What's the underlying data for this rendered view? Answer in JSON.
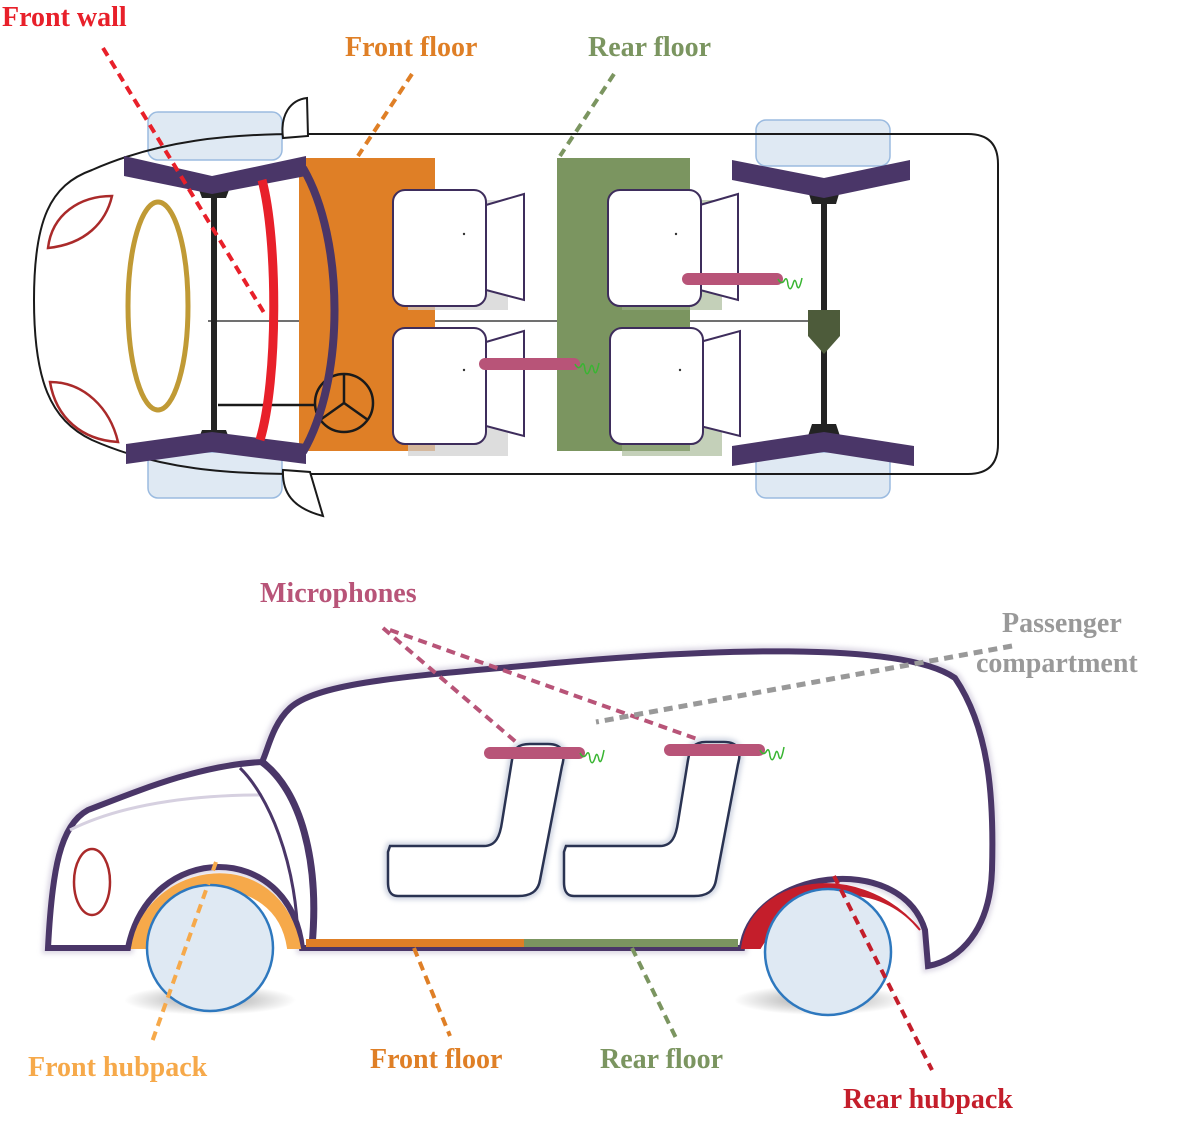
{
  "colors": {
    "front_wall": "#e8202a",
    "front_floor": "#df7f26",
    "rear_floor": "#7b9560",
    "microphones": "#b85478",
    "passenger": "#999999",
    "front_hubpack": "#f6a94a",
    "rear_hubpack": "#c41e2b",
    "body_outline": "#4a3668",
    "axle_dark": "#232323",
    "differential": "#4d5b3a",
    "wheel_fill": "#dfe9f3",
    "wheel_edge": "#2e78be",
    "headlamp": "#aa2a2a",
    "grille_ring": "#c09a35",
    "mic_wire": "#39b532"
  },
  "labels": {
    "front_wall": "Front wall",
    "front_floor_top": "Front floor",
    "rear_floor_top": "Rear floor",
    "microphones": "Microphones",
    "passenger_line1": "Passenger",
    "passenger_line2": "compartment",
    "front_hubpack": "Front hubpack",
    "front_floor_bottom": "Front floor",
    "rear_floor_bottom": "Rear floor",
    "rear_hubpack": "Rear hubpack"
  }
}
